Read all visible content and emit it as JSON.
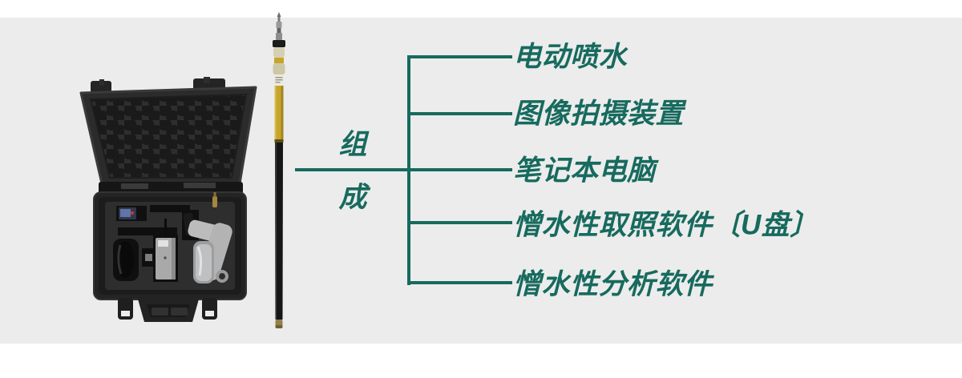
{
  "page": {
    "background_color": "#ffffff",
    "band_color": "#ececec"
  },
  "colors": {
    "accent_teal": "#176a5e",
    "pole_yellow": "#c7a52c",
    "pole_black": "#161616",
    "brass": "#93804a",
    "case_black": "#262626"
  },
  "diagram": {
    "root": {
      "label_top": "组",
      "label_bottom": "成"
    },
    "branches": [
      {
        "label": "电动喷水"
      },
      {
        "label": "图像拍摄装置"
      },
      {
        "label": "笔记本电脑"
      },
      {
        "label": "憎水性取照软件〔U盘〕"
      },
      {
        "label": "憎水性分析软件"
      }
    ]
  }
}
